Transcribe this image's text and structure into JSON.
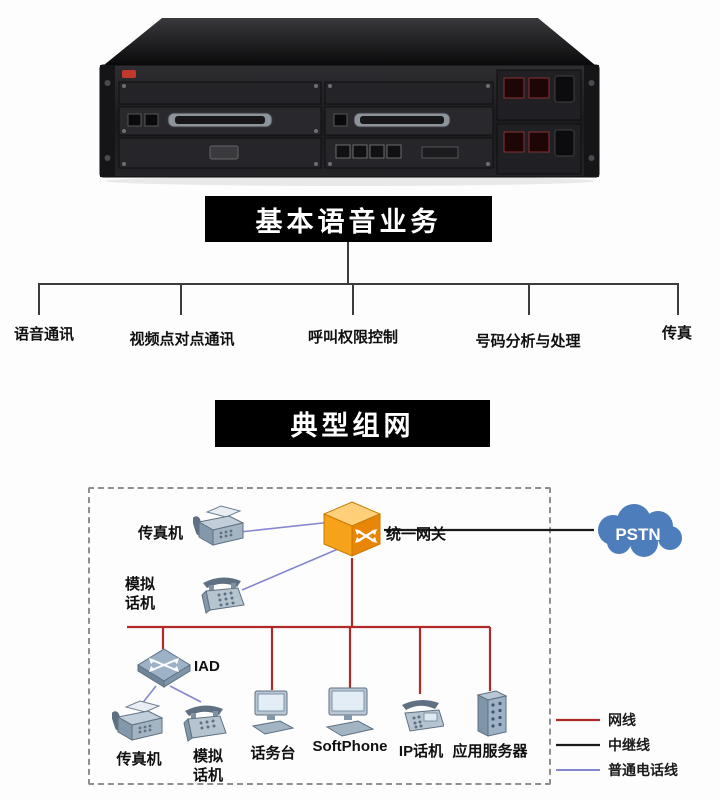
{
  "sections": [
    {
      "title": "基本语音业务"
    },
    {
      "title": "典型组网"
    }
  ],
  "features": [
    {
      "label": "语音通讯"
    },
    {
      "label": "视频点对点通讯"
    },
    {
      "label": "呼叫权限控制"
    },
    {
      "label": "号码分析与处理"
    },
    {
      "label": "传真"
    }
  ],
  "network": {
    "nodes": {
      "fax_top": "传真机",
      "analog_top": "模拟话机",
      "gateway": "统一网关",
      "pstn": "PSTN",
      "iad": "IAD",
      "fax_bottom": "传真机",
      "analog_bottom": "模拟话机",
      "console": "话务台",
      "softphone": "SoftPhone",
      "ip_phone": "IP话机",
      "app_server": "应用服务器"
    },
    "colors": {
      "pstn_cloud": "#4d7dbb",
      "gateway_orange": "#f7a21b"
    },
    "legend": [
      {
        "label": "网线",
        "color": "#b02a2a"
      },
      {
        "label": "中继线",
        "color": "#1a1a1a"
      },
      {
        "label": "普通电话线",
        "color": "#8486cf"
      }
    ]
  }
}
